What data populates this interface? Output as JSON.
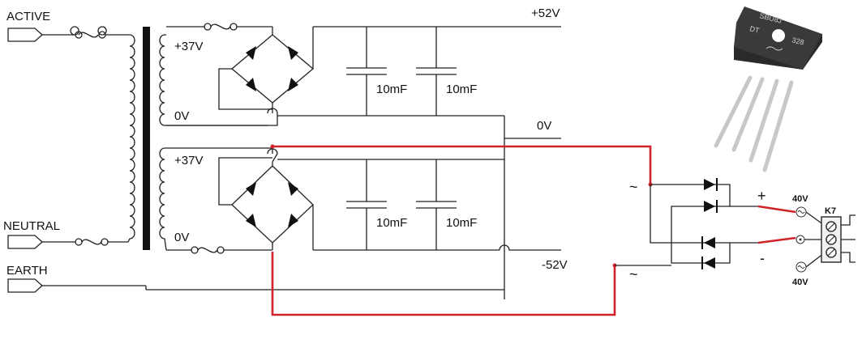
{
  "labels": {
    "active": "ACTIVE",
    "neutral": "NEUTRAL",
    "earth": "EARTH",
    "tap_top_upper": "+37V",
    "tap_top_lower": "0V",
    "tap_bot_upper": "+37V",
    "tap_bot_lower": "0V",
    "rail_pos": "+52V",
    "rail_zero": "0V",
    "rail_neg": "-52V",
    "cap_top_1": "10mF",
    "cap_top_2": "10mF",
    "cap_bot_1": "10mF",
    "cap_bot_2": "10mF",
    "ac_upper": "~",
    "ac_lower": "~",
    "plus": "+",
    "minus": "-",
    "v40_top": "40V",
    "v40_bot": "40V",
    "connector": "K7",
    "chip_line1": "SBU8J",
    "chip_line2": "DT",
    "chip_line3": "328"
  },
  "colors": {
    "wire": "#222222",
    "red_wire": "#d0232a",
    "component_body": "#3a3a3a",
    "pin": "#c8c8c8"
  }
}
